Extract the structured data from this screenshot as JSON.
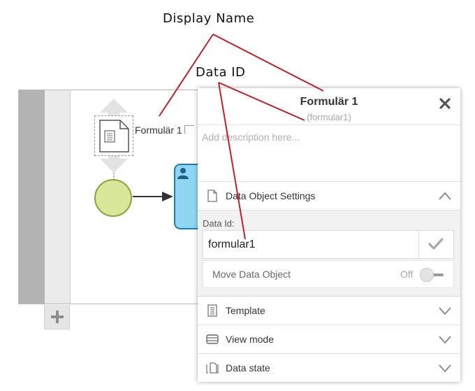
{
  "annotations": {
    "display_name": "Display Name",
    "data_id": "Data ID"
  },
  "diagram": {
    "data_object_label": "Formulär 1",
    "add_lane_icon": "plus-icon",
    "colors": {
      "start_event_fill": "#d7e89a",
      "start_event_stroke": "#8aa33a",
      "task_fill": "#8fd6f2",
      "task_stroke": "#1f7cb3",
      "annotation_line": "#c0202a"
    }
  },
  "panel": {
    "title": "Formulär 1",
    "subtitle": "(formular1)",
    "close_icon": "close-icon",
    "description_placeholder": "Add description here...",
    "data_object_settings": {
      "label": "Data Object Settings",
      "expanded": true,
      "data_id_label": "Data Id:",
      "data_id_value": "formular1",
      "move_label": "Move Data Object",
      "move_state": "Off"
    },
    "sections": {
      "template": "Template",
      "view_mode": "View mode",
      "data_state": "Data state"
    }
  }
}
